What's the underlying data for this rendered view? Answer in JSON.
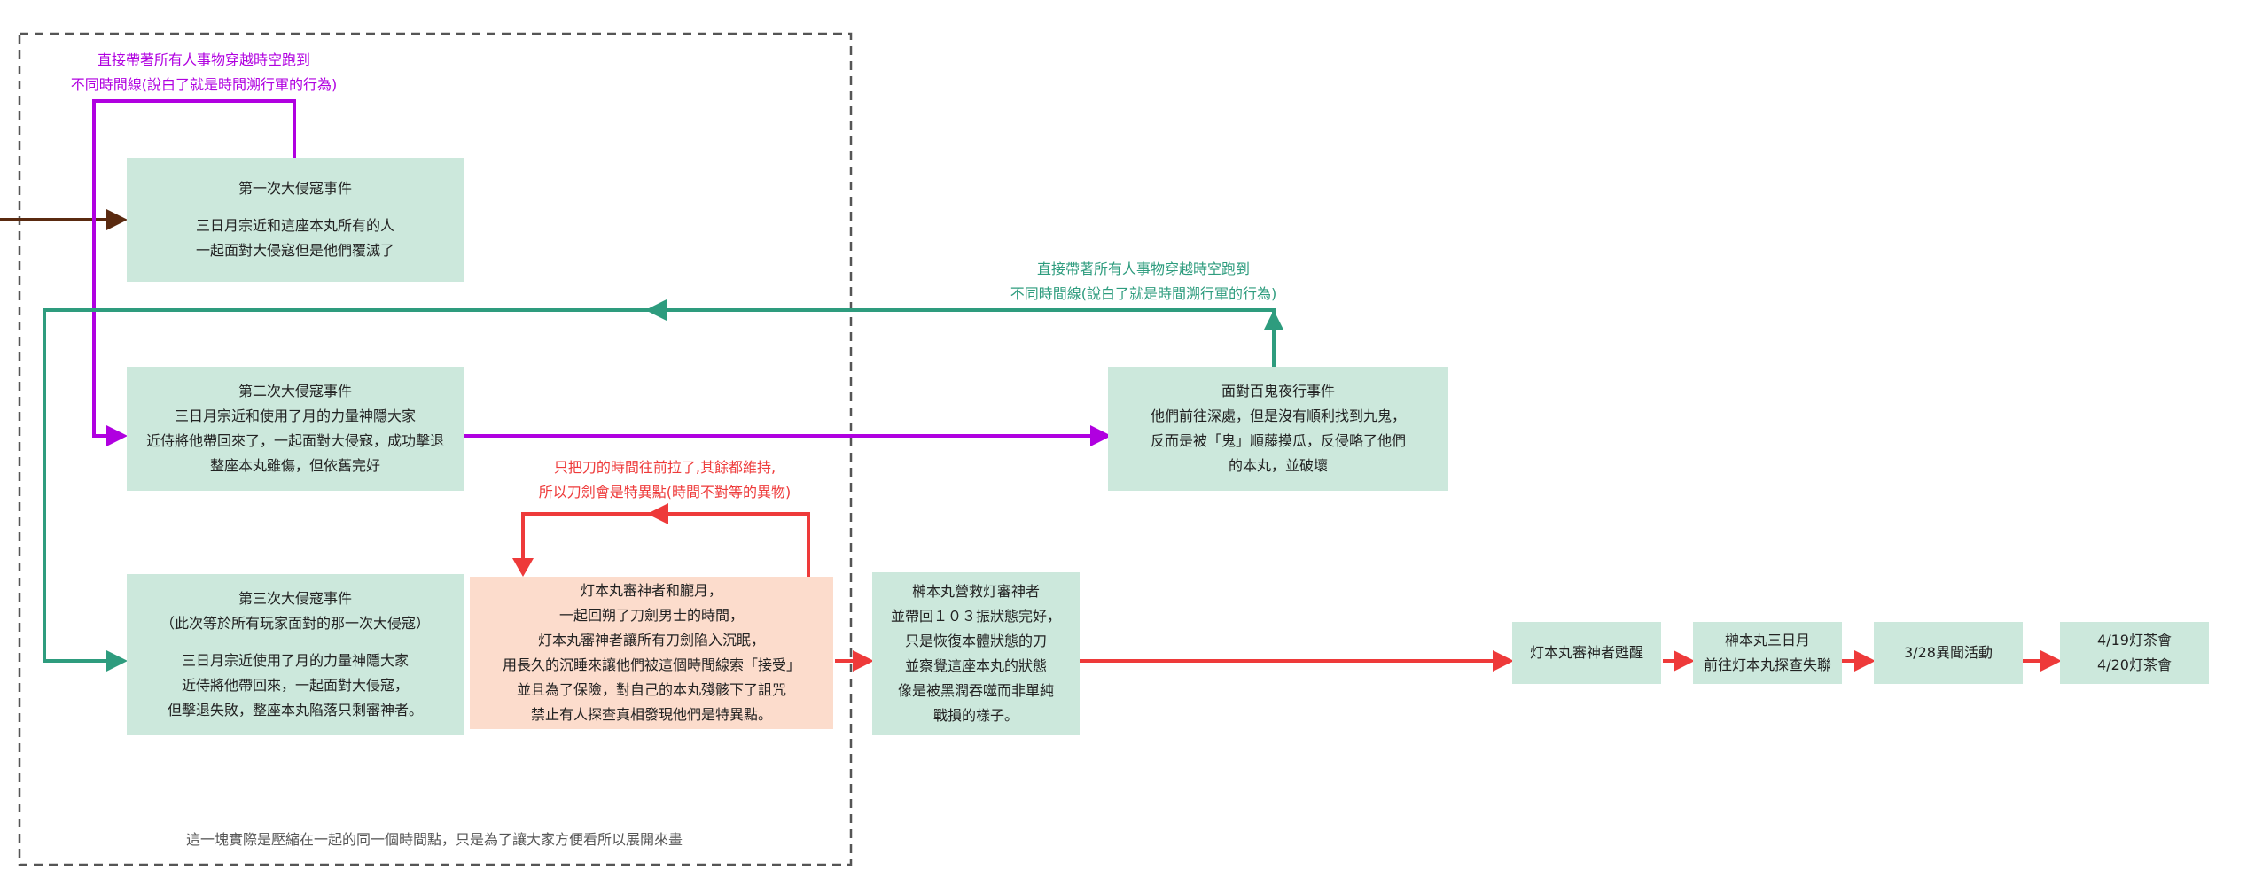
{
  "colors": {
    "box_green": "#cce8dc",
    "box_peach": "#fcdccc",
    "arrow_purple": "#b000e0",
    "arrow_teal": "#2e9c7e",
    "arrow_red": "#ee3a3a",
    "arrow_brown": "#5a2a10",
    "dashed_border": "#555555"
  },
  "nodes": {
    "first": {
      "title": "第一次大侵寇事件",
      "body": "三日月宗近和這座本丸所有的人\n一起面對大侵寇但是他們覆滅了"
    },
    "second": {
      "title": "第二次大侵寇事件",
      "body": "三日月宗近和使用了月的力量神隱大家\n近侍將他帶回來了，一起面對大侵寇，成功擊退\n整座本丸雖傷，但依舊完好"
    },
    "third": {
      "title": "第三次大侵寇事件",
      "subtitle": "（此次等於所有玩家面對的那一次大侵寇）",
      "body": "三日月宗近使用了月的力量神隱大家\n近侍將他帶回來，一起面對大侵寇，\n但擊退失敗，整座本丸陷落只剩審神者。"
    },
    "lantern": {
      "body": "灯本丸審神者和朧月，\n一起回朔了刀劍男士的時間，\n灯本丸審神者讓所有刀劍陷入沉眠，\n用長久的沉睡來讓他們被這個時間線索「接受」\n並且為了保險，對自己的本丸殘骸下了詛咒\n禁止有人探查真相發現他們是特異點。"
    },
    "hyakki": {
      "title": "面對百鬼夜行事件",
      "body": "他們前往深處，但是沒有順利找到九鬼，\n反而是被「鬼」順藤摸瓜，反侵略了他們\n的本丸，並破壞"
    },
    "sakaki": {
      "body": "榊本丸營救灯審神者\n並帶回１０３振狀態完好，\n只是恢復本體狀態的刀\n並察覺這座本丸的狀態\n像是被黑潤吞噬而非單純\n戰損的樣子。"
    },
    "awake": {
      "body": "灯本丸審神者甦醒"
    },
    "mikazuki": {
      "body": "榊本丸三日月\n前往灯本丸探查失聯"
    },
    "event328": {
      "body": "3/28異聞活動"
    },
    "tea": {
      "body": "4/19灯茶會\n4/20灯茶會"
    }
  },
  "notes": {
    "purple_loop": "直接帶著所有人事物穿越時空跑到\n不同時間線(說白了就是時間溯行軍的行為)",
    "teal_loop": "直接帶著所有人事物穿越時空跑到\n不同時間線(說白了就是時間溯行軍的行為)",
    "red_loop": "只把刀的時間往前拉了,其餘都維持,\n所以刀劍會是特異點(時間不對等的異物)",
    "dashed_group": "這一塊實際是壓縮在一起的同一個時間點，只是為了讓大家方便看所以展開來畫"
  }
}
